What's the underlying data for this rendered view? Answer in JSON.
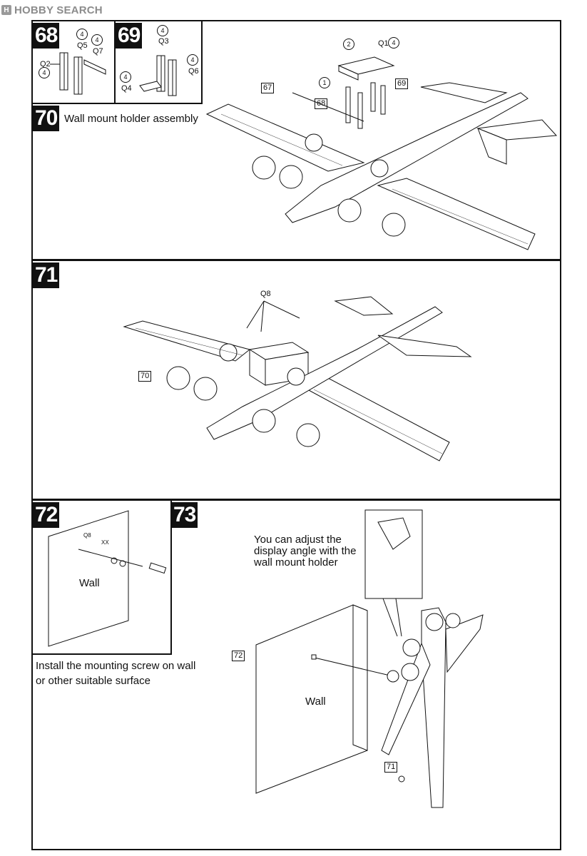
{
  "header": {
    "logo_text": "HOBBY SEARCH"
  },
  "steps": {
    "s68": {
      "number": "68",
      "parts": [
        "Q2",
        "Q5",
        "Q7"
      ],
      "qty": [
        "4",
        "4",
        "4"
      ]
    },
    "s69": {
      "number": "69",
      "parts": [
        "Q3",
        "Q4",
        "Q6"
      ],
      "qty": [
        "4",
        "4",
        "4"
      ]
    },
    "s70": {
      "number": "70",
      "title": "Wall mount holder assembly",
      "refs": [
        "67",
        "68",
        "69"
      ],
      "circles": [
        "1",
        "2"
      ],
      "part": "Q1",
      "qty": "4"
    },
    "s71": {
      "number": "71",
      "ref": "70",
      "part": "Q8"
    },
    "s72": {
      "number": "72",
      "wall_label": "Wall",
      "part": "Q8",
      "part2": "XX",
      "caption_line1": "Install the mounting screw on wall",
      "caption_line2": "or other suitable surface"
    },
    "s73": {
      "number": "73",
      "note_line1": "You can adjust the",
      "note_line2": "display angle with the",
      "note_line3": "wall mount holder",
      "wall_label": "Wall",
      "refs": [
        "72",
        "71"
      ]
    }
  },
  "icons": {
    "logo": "hobby-search-logo-icon"
  }
}
